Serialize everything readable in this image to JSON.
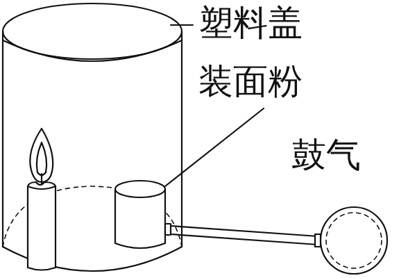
{
  "diagram": {
    "labels": [
      "塑料盖",
      "装面粉",
      "鼓气"
    ]
  }
}
